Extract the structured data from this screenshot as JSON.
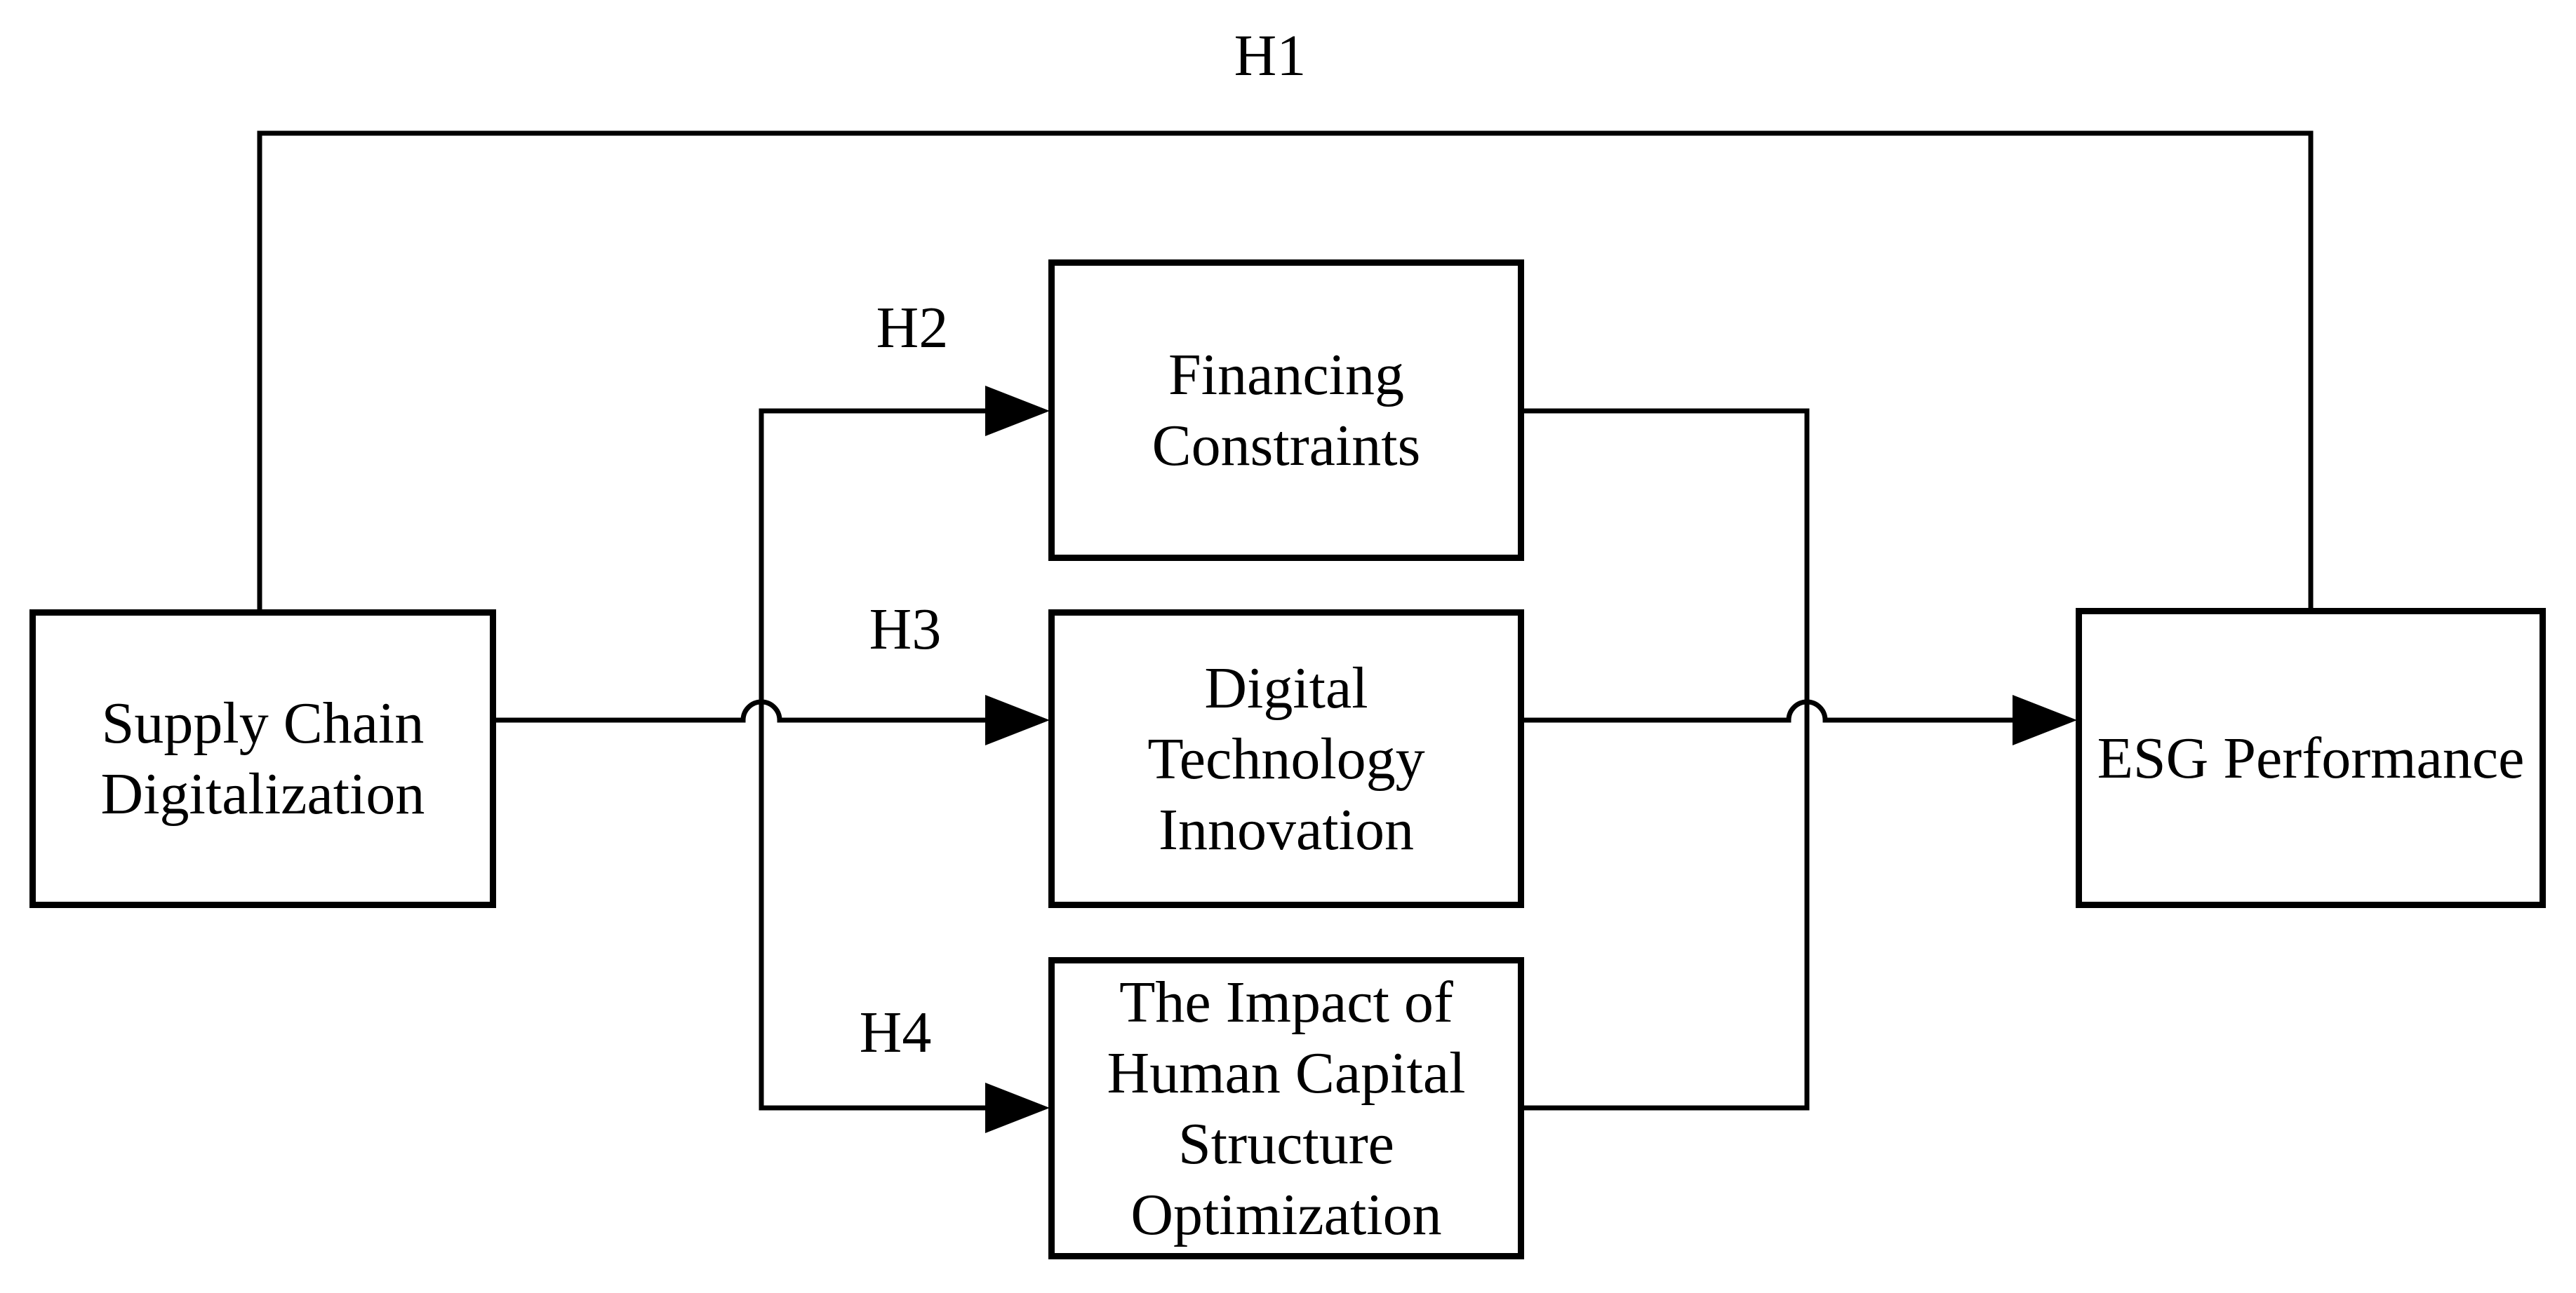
{
  "diagram": {
    "background_color": "#ffffff",
    "ink_color": "#000000",
    "boxes": {
      "supply_chain": {
        "lines": [
          "Supply Chain",
          "Digitalization"
        ],
        "full_text": "Supply Chain Digitalization"
      },
      "financing": {
        "lines": [
          "Financing",
          "Constraints"
        ],
        "full_text": "Financing Constraints"
      },
      "digital_tech": {
        "lines": [
          "Digital",
          "Technology",
          "Innovation"
        ],
        "full_text": "Digital Technology Innovation"
      },
      "human_capital": {
        "lines": [
          "The Impact of",
          "Human Capital",
          "Structure",
          "Optimization"
        ],
        "full_text": "The Impact of Human Capital Structure Optimization"
      },
      "esg": {
        "lines": [
          "ESG Performance"
        ],
        "full_text": "ESG Performance"
      }
    },
    "labels": {
      "h1": "H1",
      "h2": "H2",
      "h3": "H3",
      "h4": "H4"
    }
  }
}
